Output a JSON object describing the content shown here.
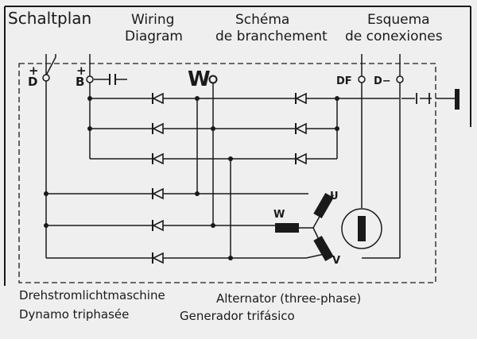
{
  "header": {
    "title": "Schaltplan",
    "en": [
      "Wiring",
      "Diagram"
    ],
    "fr": [
      "Schéma",
      "de branchement"
    ],
    "es": [
      "Esquema",
      "de conexiones"
    ]
  },
  "terminals": {
    "d_plus": [
      "+",
      "D"
    ],
    "b_plus": [
      "+",
      "B"
    ],
    "w": "W",
    "df": "DF",
    "d_minus": "D−"
  },
  "stator": {
    "u": "U",
    "v": "V",
    "w": "W"
  },
  "captions": {
    "de": "Drehstromlichtmaschine",
    "en": "Alternator (three-phase)",
    "fr": "Dynamo triphasée",
    "es": "Generador trifásico"
  },
  "colors": {
    "ink": "#1a1a1a",
    "paper": "#efefef"
  }
}
